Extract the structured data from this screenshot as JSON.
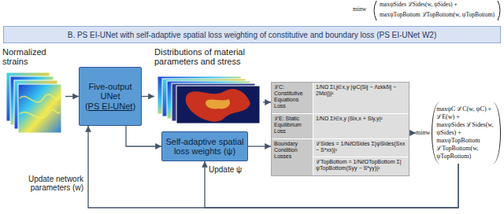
{
  "diagram": {
    "nodes": [
      {
        "text": [
          "B. PS EI-UNet with self-adaptive spatial loss weighting of constitutive and boundary loss (PS EI-UNet W2)"
        ]
      },
      {
        "text": [
          "Normalized strains"
        ]
      },
      {
        "text": [
          "Five-output UNet",
          "(PS EI-UNet)"
        ]
      },
      {
        "text": [
          "Distributions of material parameters and stress"
        ]
      },
      {
        "text": [
          "Self-adaptive spatial loss weights (ψ)"
        ]
      },
      {
        "text": [
          "ℒC: Constitutive Equations Loss",
          "1/NΩ Σi,j∈x,y |ψC(Sij − Λεkkδij − 2Mεij)|²",
          "ℒE: Static Equilibrium Loss",
          "1/NΩ Σi∈x,y |Six,x + Siy,y|²",
          "Boundary Condition Losses",
          "ℒSides = 1/N∂ΩSides Σ|ψSides(Sxx − S*xx)|²",
          "ℒTopBottom = 1/N∂ΩTopBottom Σ|ψTopBottom(Syy − S*yy)|²"
        ]
      },
      {
        "text": [
          "minw",
          "maxψC ℒC(w, ψC) +",
          "ℒE(w) +",
          "maxψSides ℒSides(w, ψSides) +",
          "maxψTopBottom ℒTopBottom(w, ψTopBottom)"
        ]
      }
    ],
    "edges": [
      {
        "from": 1,
        "to": 2,
        "arrow": "to"
      },
      {
        "from": 2,
        "to": 3,
        "arrow": "to"
      },
      {
        "from": 2,
        "to": 4,
        "arrow": "to"
      },
      {
        "from": 3,
        "to": 5,
        "arrow": "to"
      },
      {
        "from": 4,
        "to": 5,
        "arrow": "to"
      },
      {
        "from": 5,
        "to": 6,
        "arrow": "to"
      },
      {
        "from": 6,
        "to": 4,
        "label": "Update ψ",
        "arrow": "to"
      },
      {
        "from": 6,
        "to": 2,
        "label": "Update network parameters (w)",
        "arrow": "to"
      }
    ],
    "labels": [
      "minw",
      "maxψSides ℒSides(w, ψSides) +",
      "maxψTopBottom ℒTopBottom(w, ψTopBottom)"
    ]
  }
}
